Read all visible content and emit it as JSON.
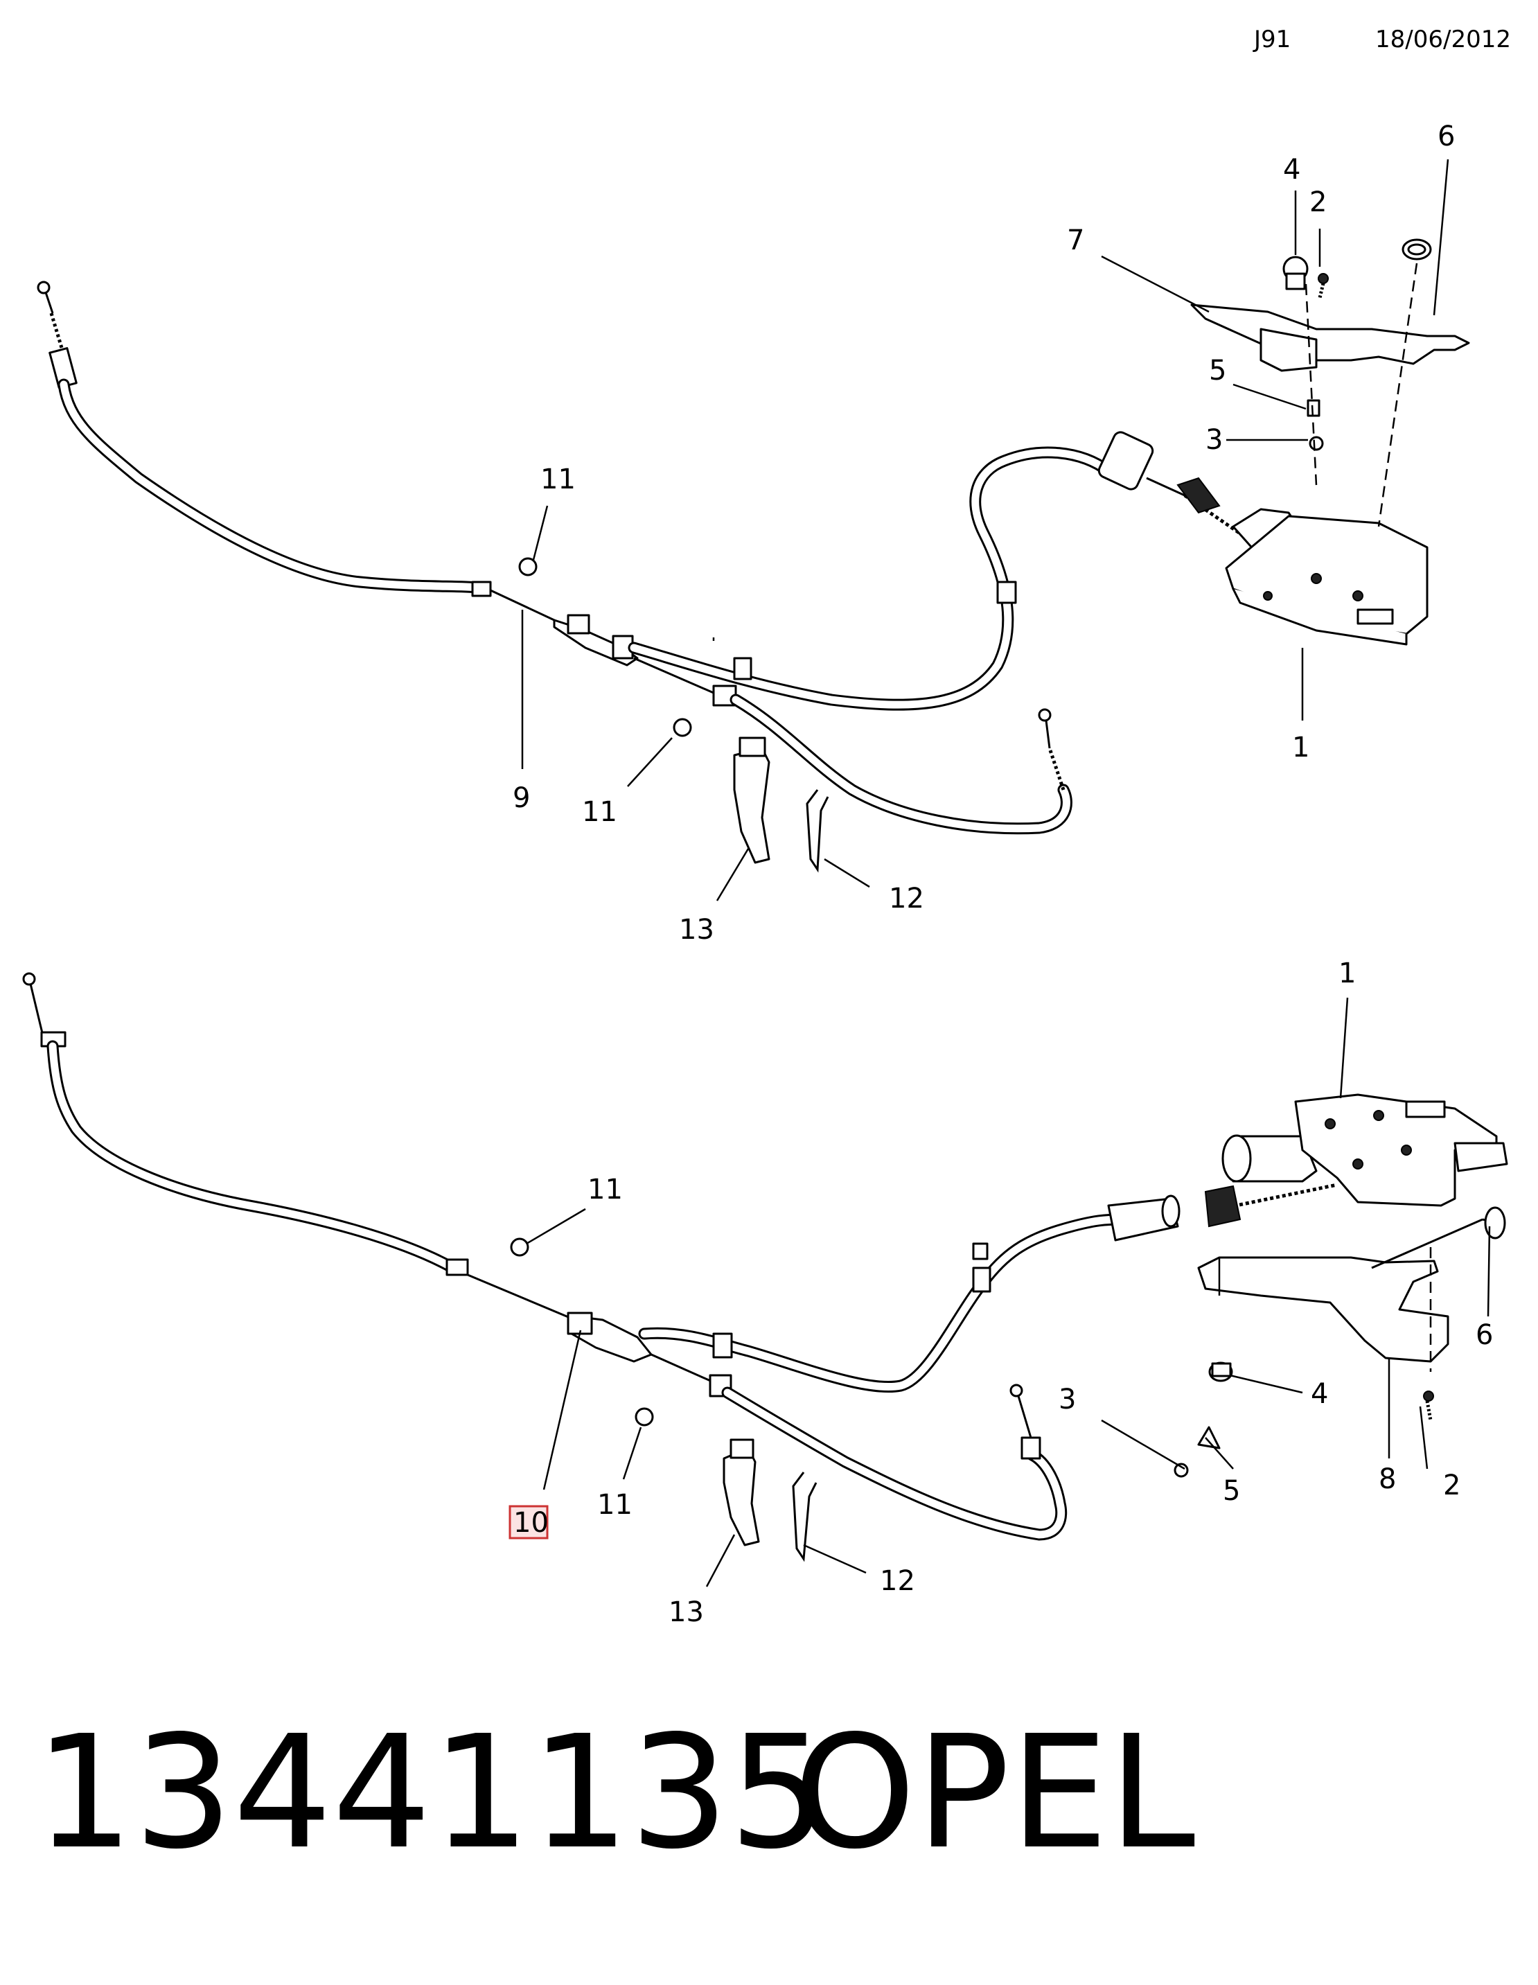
{
  "header": {
    "code": "J91",
    "date": "18/06/2012"
  },
  "footer": {
    "part_number": "13441135",
    "brand": "OPEL"
  },
  "callouts": {
    "top": {
      "c1": "1",
      "c2": "2",
      "c3": "3",
      "c4": "4",
      "c5": "5",
      "c6": "6",
      "c7": "7",
      "c9": "9",
      "c11a": "11",
      "c11b": "11",
      "c12": "12",
      "c13": "13"
    },
    "bottom": {
      "c1": "1",
      "c2": "2",
      "c3": "3",
      "c4": "4",
      "c5": "5",
      "c6": "6",
      "c8": "8",
      "c10": "10",
      "c11a": "11",
      "c11b": "11",
      "c12": "12",
      "c13": "13"
    }
  },
  "highlight": {
    "callout": "10",
    "color": "#cc3333",
    "fill": "#fbe3e3"
  }
}
